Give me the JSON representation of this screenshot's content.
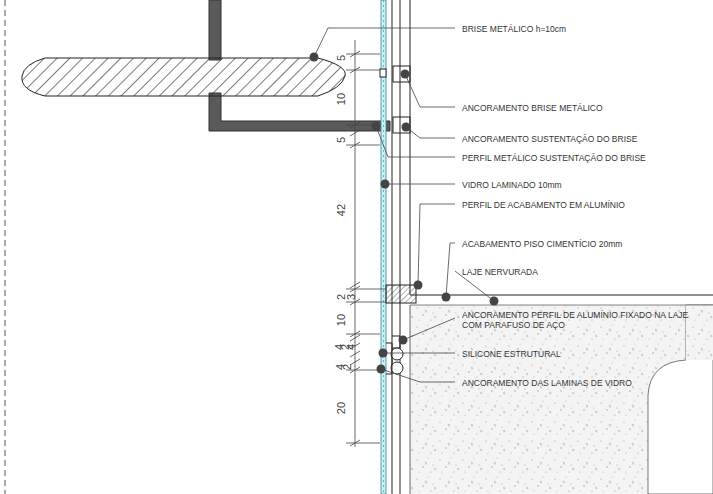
{
  "diagram": {
    "labels": [
      "BRISE METÁLICO h=10cm",
      "ANCORAMENTO BRISE METÁLICO",
      "ANCORAMENTO SUSTENTAÇÃO DO BRISE",
      "PERFIL METÁLICO SUSTENTAÇÃO DO BRISE",
      "VIDRO LAMINADO 10mm",
      "PERFIL DE ACABAMENTO EM ALUMÍNIO",
      "ACABAMENTO PISO CIMENTÍCIO 20mm",
      "LAJE NERVURADA",
      "ANCORAMENTO PERFIL DE ALUMÍNIO FIXADO NA LAJE COM PARAFUSO DE AÇO",
      "SILICONE ESTRUTURAL",
      "ANCORAMENTO DAS LAMINAS DE VIDRO",
      "5",
      "10",
      "5",
      "42",
      "2",
      "3",
      "10",
      "4",
      "2",
      "4",
      "4",
      "2",
      "20"
    ]
  }
}
